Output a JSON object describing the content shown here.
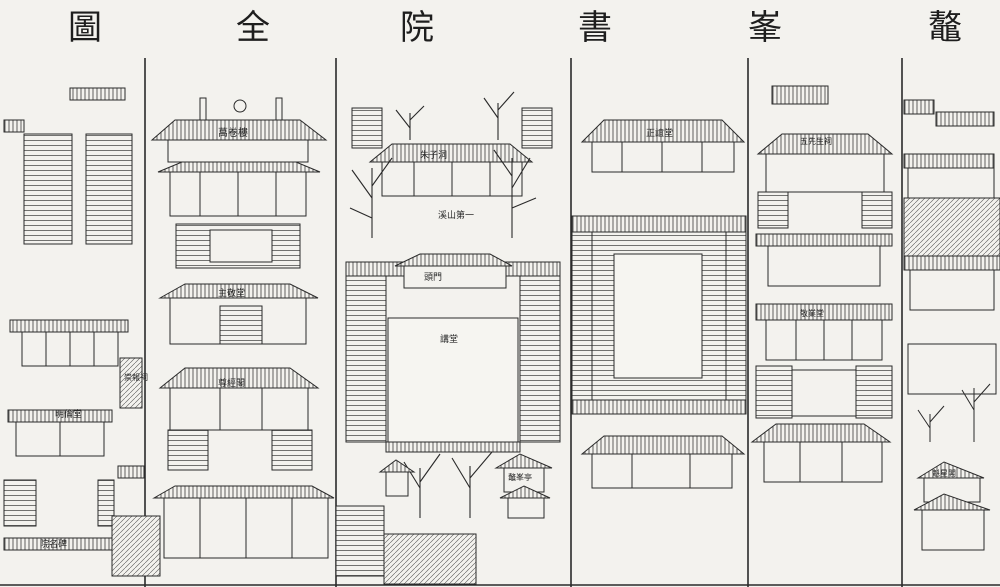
{
  "title": {
    "chars_right_to_left": [
      "鼇",
      "峯",
      "書",
      "院",
      "全",
      "圖"
    ]
  },
  "labels": {
    "lib_tower": "萬卷樓",
    "mid_left": "主敬堂",
    "left_lower": "尊經閣",
    "left_side_wall": "崇報祠",
    "left_lower_hall": "明倫堂",
    "left_bottom": "院名碑",
    "center_top": "朱子洞",
    "center_mid": "溪山第一",
    "center_bottom": "鼇峯亭",
    "center_gate": "頭門",
    "center_yard": "講堂",
    "right_top": "正誼堂",
    "right_mid": "五先生祠",
    "right_lower": "敬業堂",
    "right_bottom": "魁星閣"
  },
  "colors": {
    "paper": "#f3f2ee",
    "ink": "#2a2a2a"
  }
}
